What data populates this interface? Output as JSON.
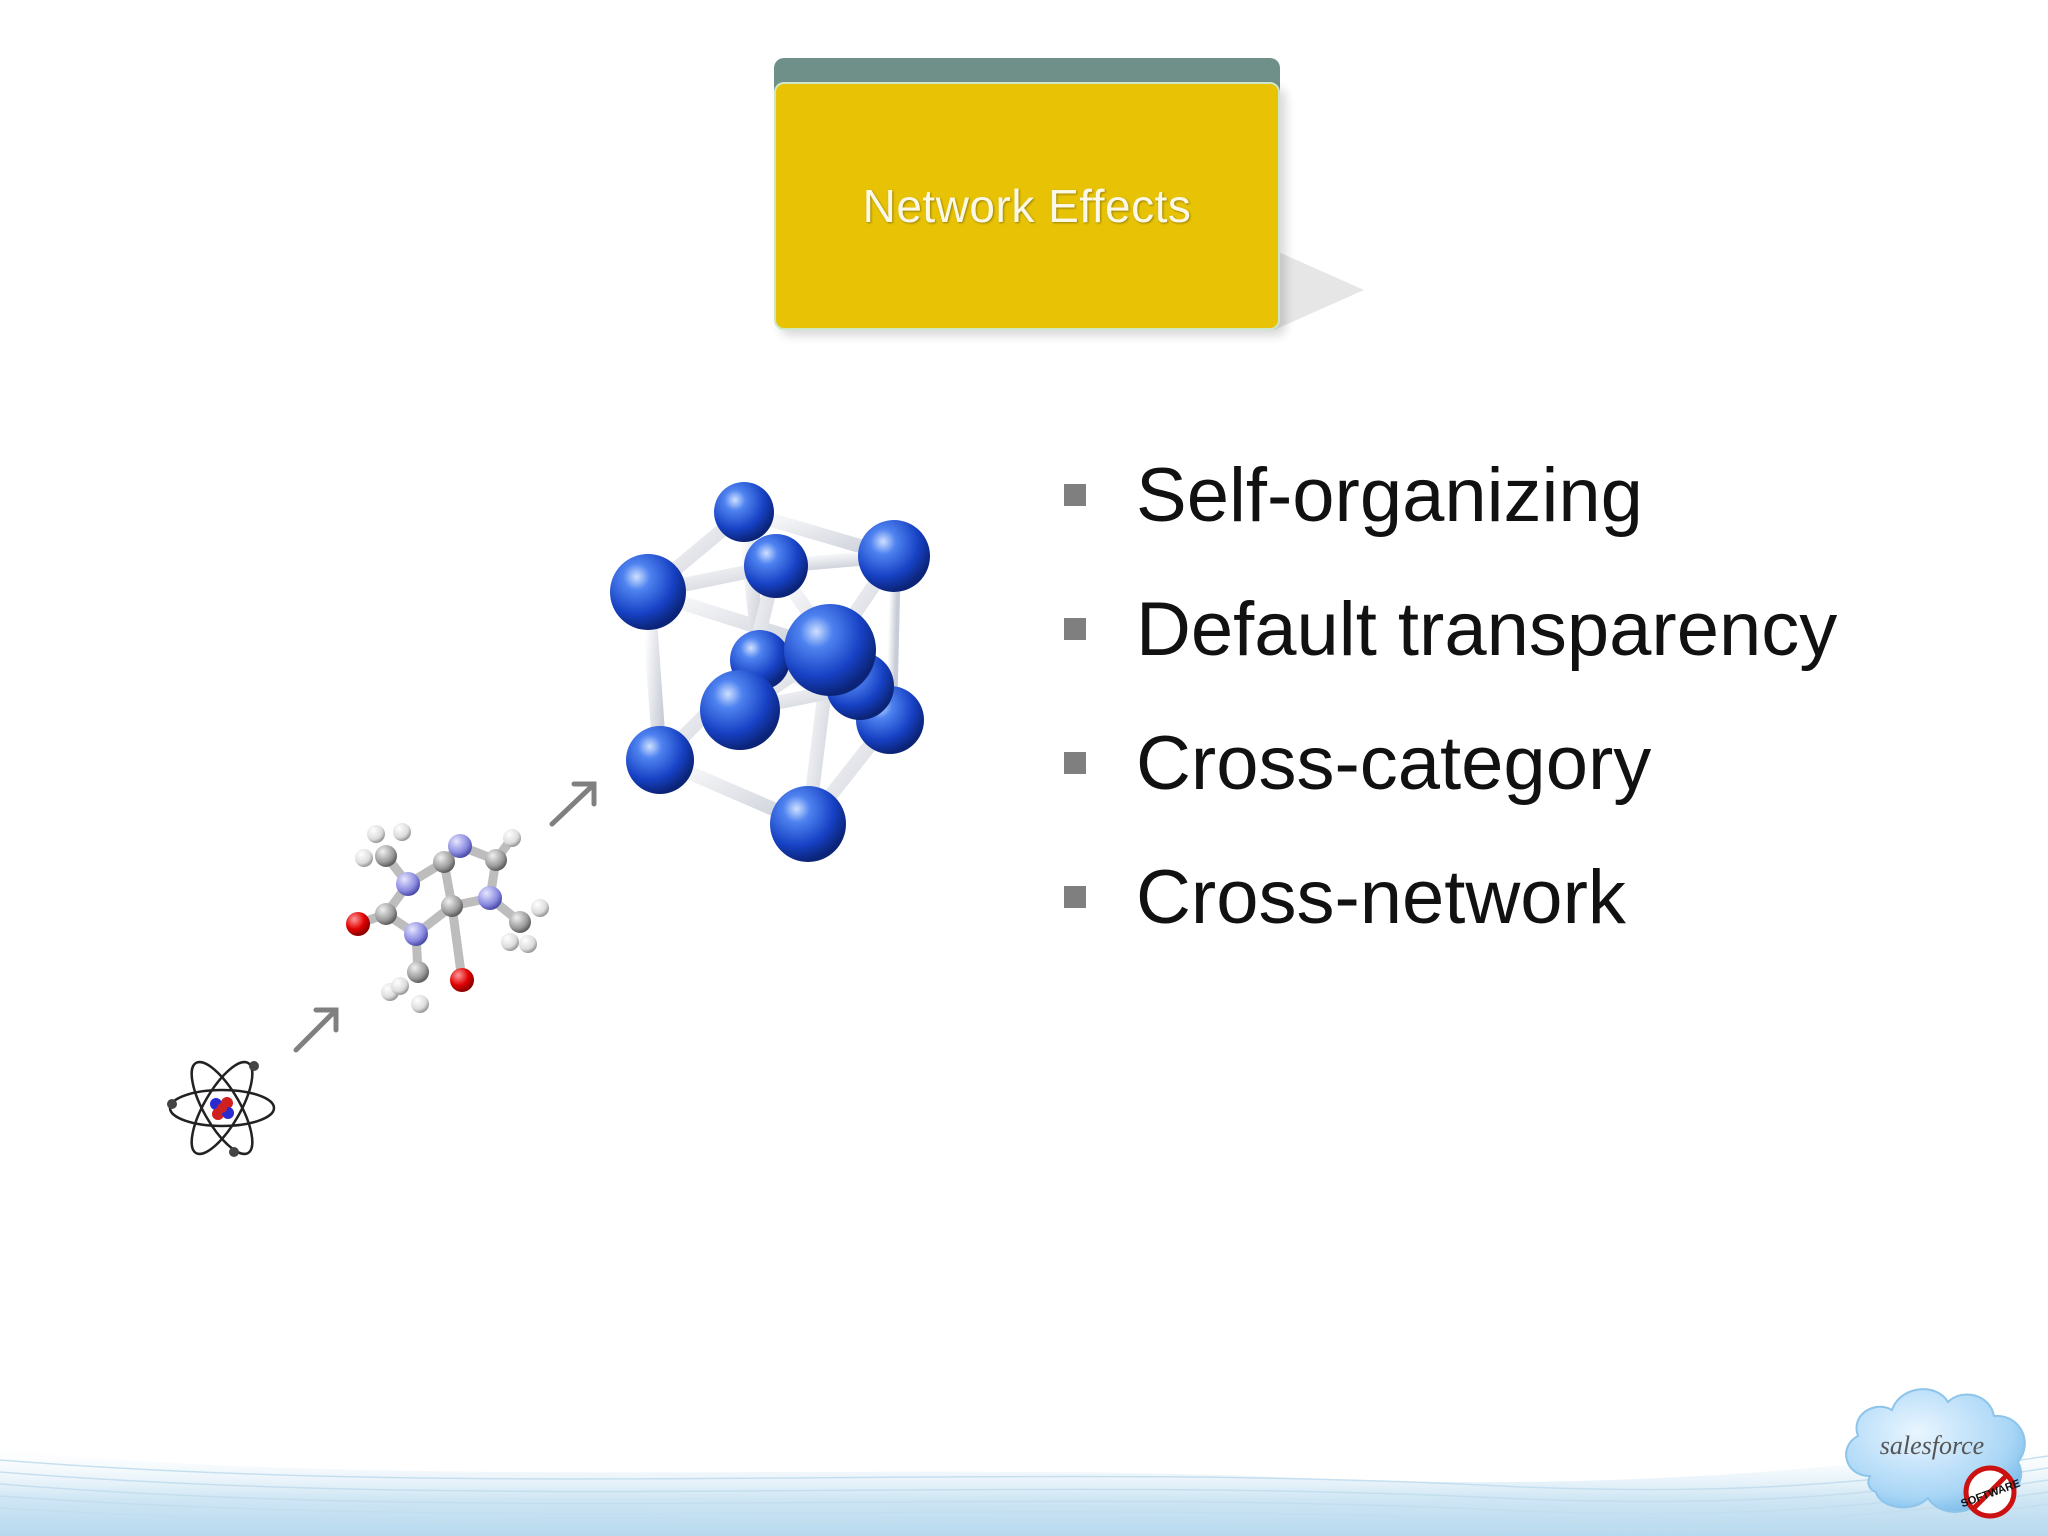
{
  "title": "Network Effects",
  "bullets": [
    "Self-organizing",
    "Default transparency",
    "Cross-category",
    "Cross-network"
  ],
  "logo": {
    "wordmark": "salesforce",
    "badge_text": "SOFTWARE"
  },
  "colors": {
    "title_box": "#e8c305",
    "title_back": "#6f9089",
    "bullet_marker": "#7f7f7f",
    "text": "#111111",
    "atom_blue": "#1f55d6"
  },
  "icons": [
    "atom-icon",
    "molecule-icon",
    "crystal-lattice-icon",
    "arrow-icon"
  ]
}
